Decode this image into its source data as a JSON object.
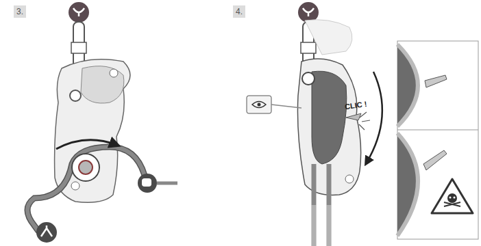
{
  "diagram": {
    "nodes": [
      {
        "text": [
          "3."
        ]
      },
      {
        "text": [
          "4."
        ]
      }
    ],
    "labels": [
      "CLIC !"
    ]
  }
}
